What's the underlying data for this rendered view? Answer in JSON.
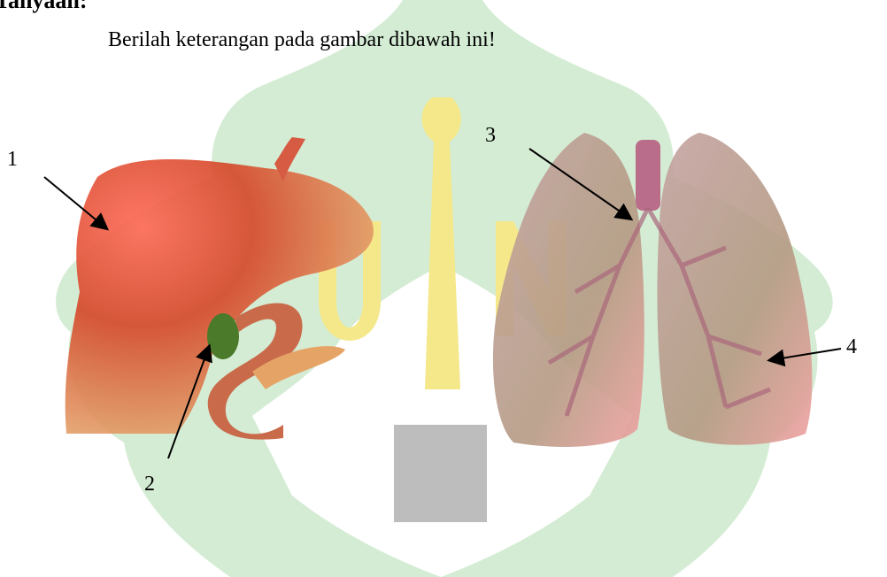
{
  "heading": "Tanyaan:",
  "instruction": "Berilah keterangan pada gambar dibawah ini!",
  "labels": {
    "one": "1",
    "two": "2",
    "three": "3",
    "four": "4"
  },
  "colors": {
    "watermark_green": "#cfe8cf",
    "watermark_white": "#ffffff",
    "watermark_yellow": "#f3e37a",
    "liver": "#d9542e",
    "lung": "#c9a79a",
    "arrow": "#000000"
  }
}
